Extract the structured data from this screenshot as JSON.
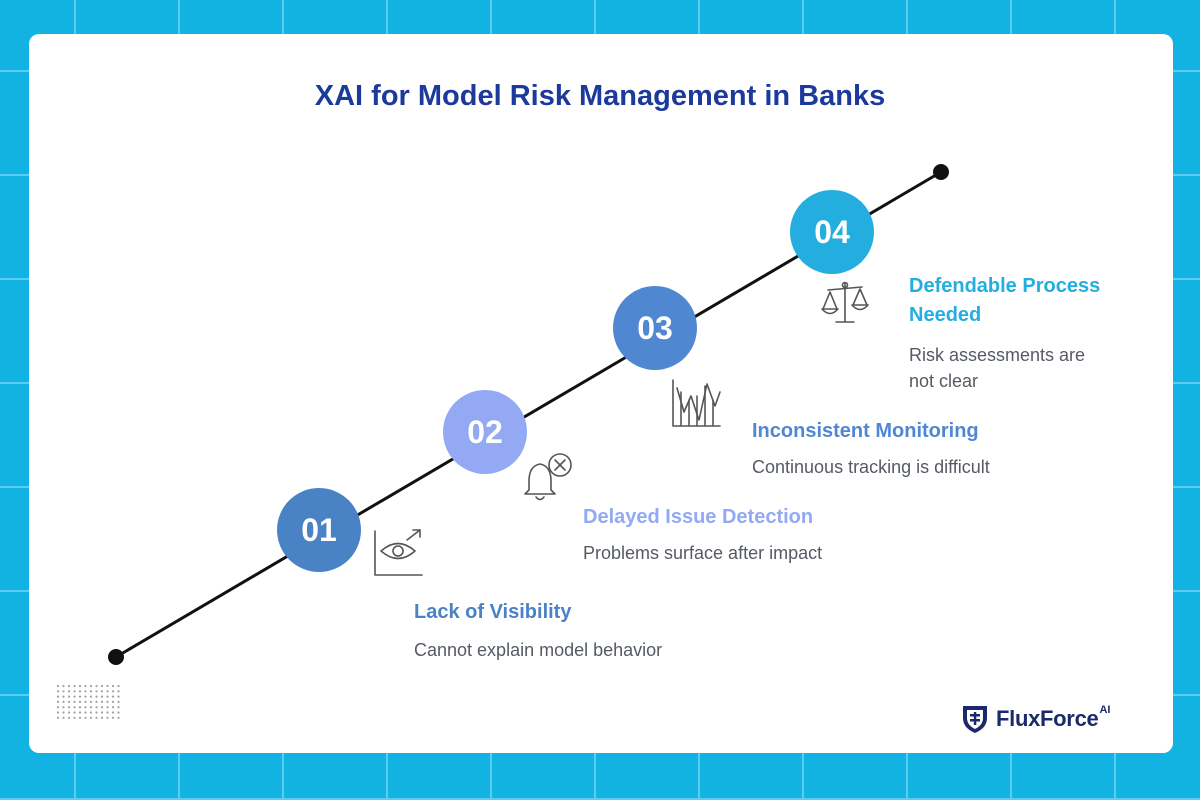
{
  "title": "XAI for Model Risk Management in Banks",
  "colors": {
    "background": "#12b3e3",
    "title": "#1b3a9c",
    "line": "#111111",
    "step_01": "#4a82c6",
    "step_02": "#93a9f4",
    "step_03": "#4f87d1",
    "step_04": "#23aedf"
  },
  "steps": [
    {
      "number": "01",
      "title": "Lack of Visibility",
      "description": "Cannot explain model behavior",
      "icon": "eye-chart-icon"
    },
    {
      "number": "02",
      "title": "Delayed Issue Detection",
      "description": "Problems surface after impact",
      "icon": "bell-cancel-icon"
    },
    {
      "number": "03",
      "title": "Inconsistent Monitoring",
      "description": "Continuous tracking is difficult",
      "icon": "erratic-chart-icon"
    },
    {
      "number": "04",
      "title": "Defendable Process Needed",
      "description": "Risk assessments are not clear",
      "icon": "scales-icon"
    }
  ],
  "logo": {
    "name": "FluxForce",
    "superscript": "AI",
    "icon": "shield-logo-icon"
  }
}
